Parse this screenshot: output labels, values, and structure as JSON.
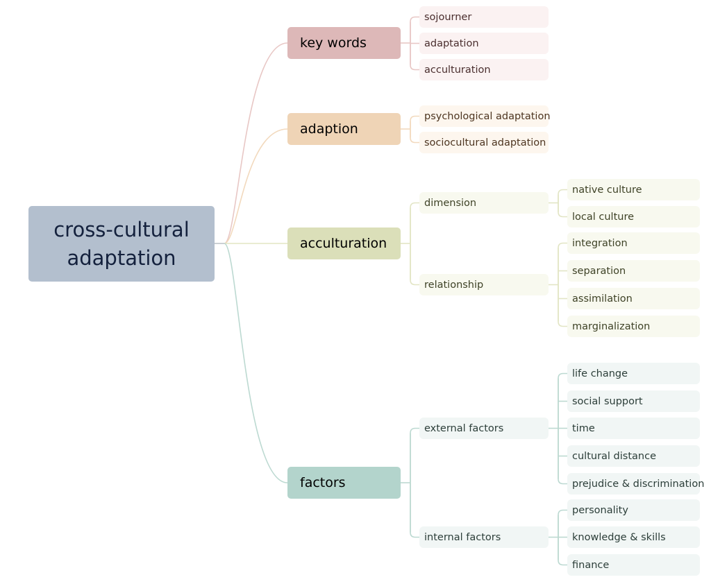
{
  "root": {
    "label": "cross-cultural adaptation"
  },
  "branches": [
    {
      "label": "key words",
      "color": "#ddb8b8",
      "line": "#e8c7c5",
      "leaf_bg": "#fbf2f2",
      "leaf_text": "#4a2e2e",
      "children": [
        {
          "label": "sojourner"
        },
        {
          "label": "adaptation"
        },
        {
          "label": "acculturation"
        }
      ]
    },
    {
      "label": "adaption",
      "color": "#efd4b6",
      "line": "#f2d9bd",
      "leaf_bg": "#fdf6ee",
      "leaf_text": "#4d3520",
      "children": [
        {
          "label": "psychological adaptation"
        },
        {
          "label": "sociocultural adaptation"
        }
      ]
    },
    {
      "label": "acculturation",
      "color": "#dbdfb9",
      "line": "#e2e5c4",
      "leaf_bg": "#f8f9ef",
      "leaf_text": "#3e4226",
      "children": [
        {
          "label": "dimension",
          "children": [
            {
              "label": "native culture"
            },
            {
              "label": "local culture"
            }
          ]
        },
        {
          "label": "relationship",
          "children": [
            {
              "label": "integration"
            },
            {
              "label": "separation"
            },
            {
              "label": "assimilation"
            },
            {
              "label": "marginalization"
            }
          ]
        }
      ]
    },
    {
      "label": "factors",
      "color": "#b3d4cc",
      "line": "#bcd9d1",
      "leaf_bg": "#f1f6f5",
      "leaf_text": "#2c3e39",
      "children": [
        {
          "label": "external factors",
          "children": [
            {
              "label": "life change"
            },
            {
              "label": "social support"
            },
            {
              "label": "time"
            },
            {
              "label": "cultural distance"
            },
            {
              "label": "prejudice & discrimination"
            }
          ]
        },
        {
          "label": "internal factors",
          "children": [
            {
              "label": "personality"
            },
            {
              "label": "knowledge & skills"
            },
            {
              "label": "finance"
            }
          ]
        }
      ]
    }
  ]
}
